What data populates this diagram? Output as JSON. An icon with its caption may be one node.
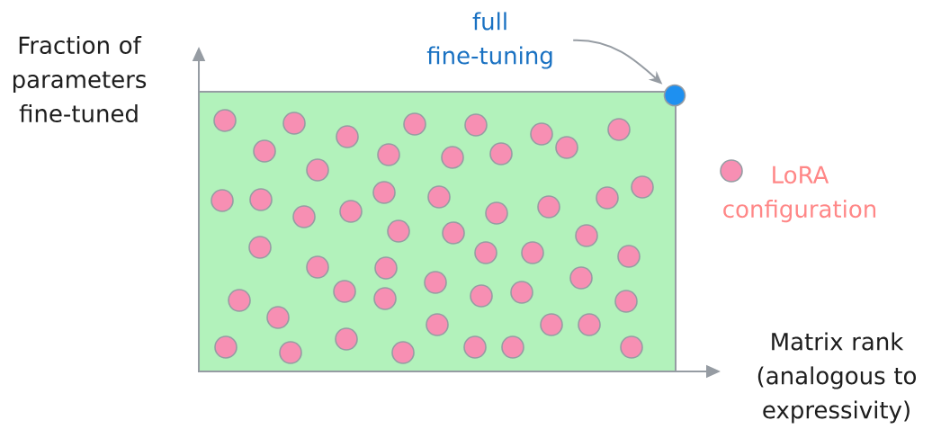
{
  "diagram": {
    "nodes": [
      {
        "text": [
          "full fine-tuning"
        ]
      },
      {
        "text": [],
        "shape": "circle"
      }
    ],
    "edges": [
      {
        "from": 0,
        "to": 1,
        "arrow": "to"
      }
    ],
    "labels": [
      "Fraction of parameters fine-tuned",
      "Matrix rank (analogous to expressivity)"
    ],
    "legend": [
      {
        "text": "LoRA configuration",
        "color": "#f78fb3"
      }
    ]
  }
}
